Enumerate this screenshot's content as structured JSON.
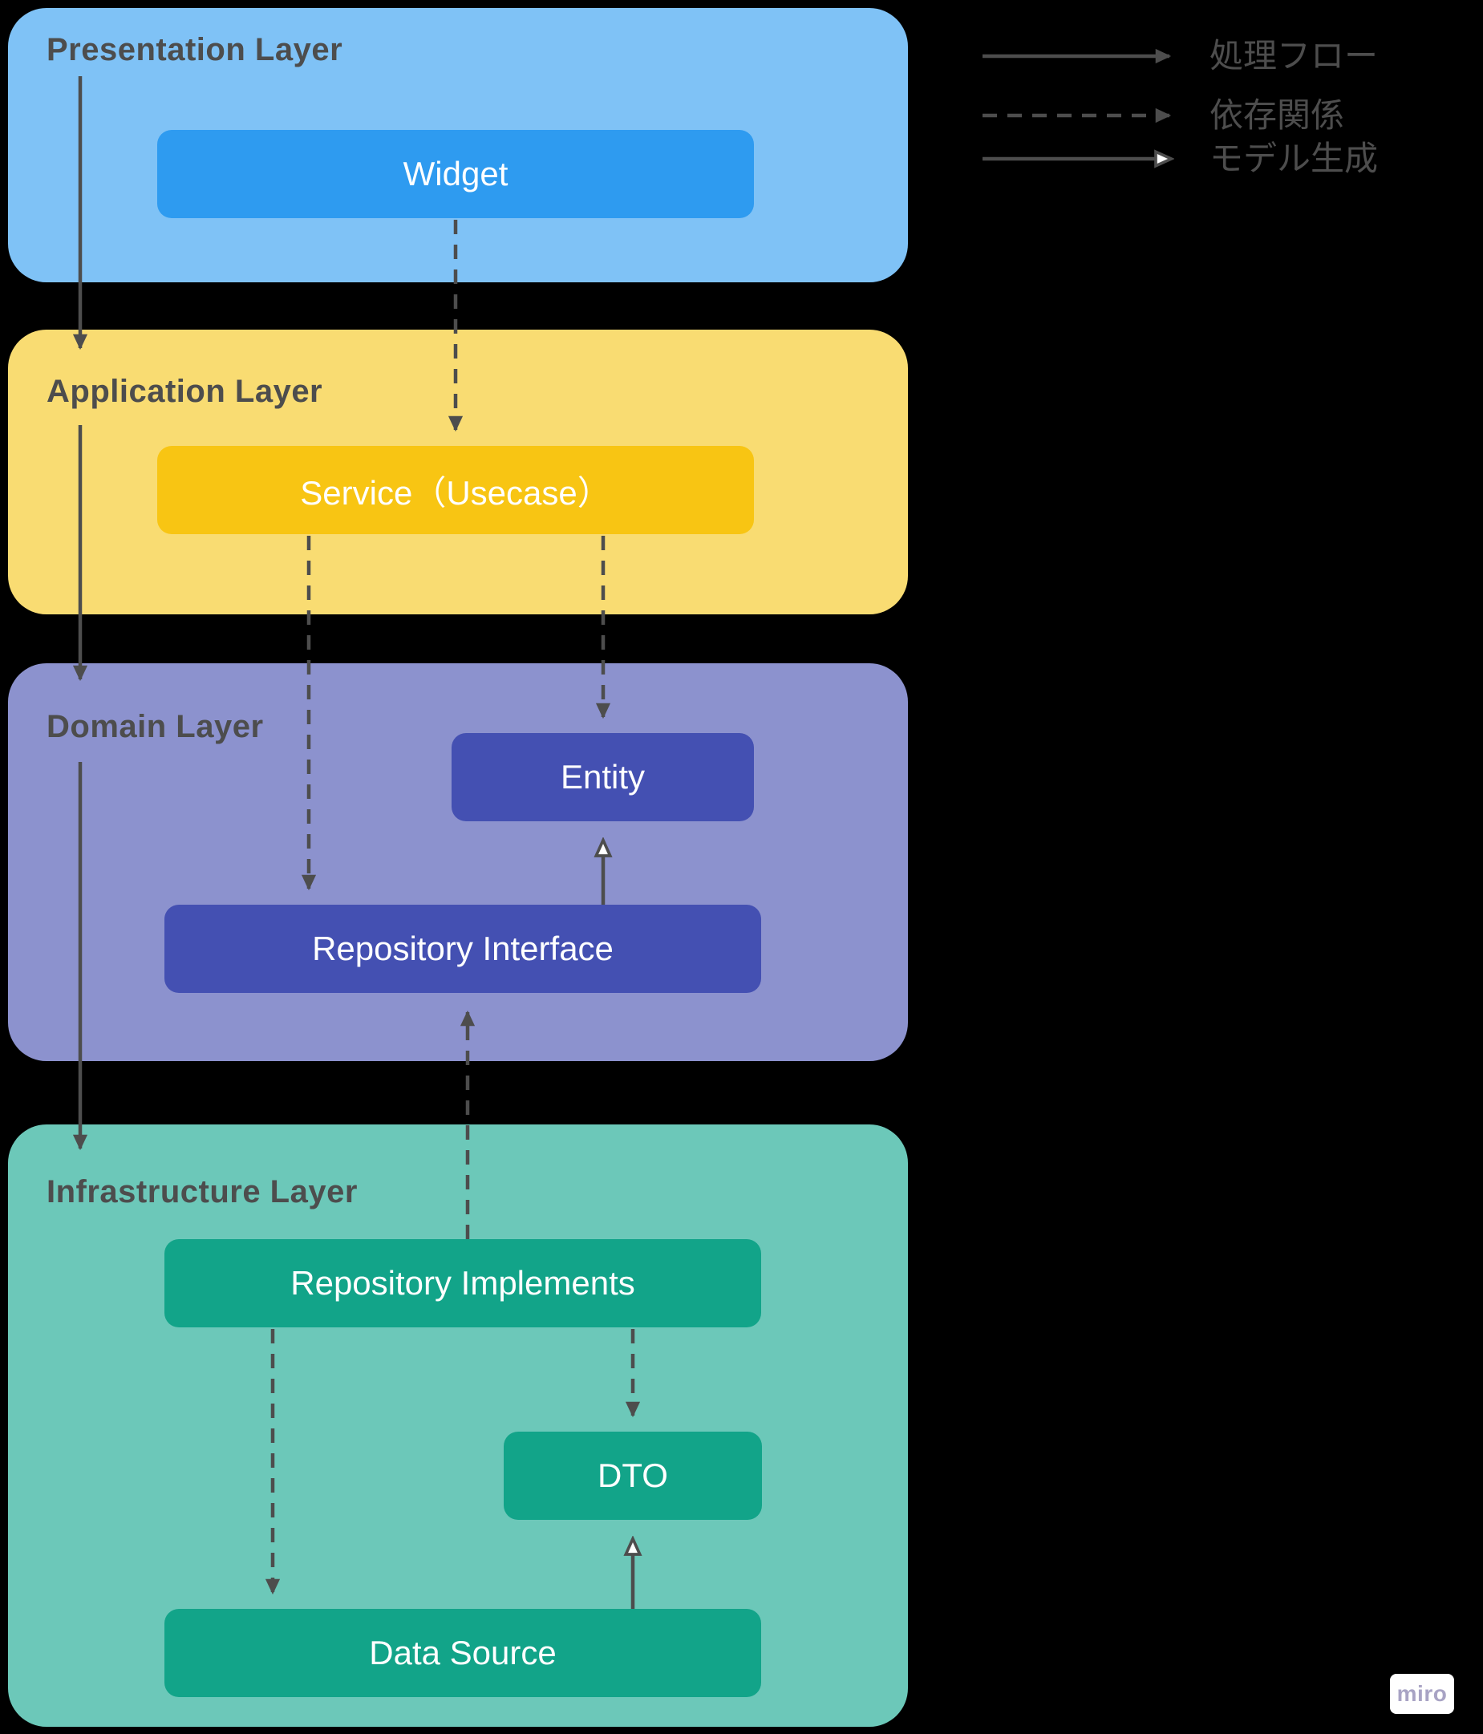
{
  "diagram": {
    "layers": [
      {
        "title": "Presentation Layer",
        "boxes": [
          {
            "label": "Widget"
          }
        ]
      },
      {
        "title": "Application Layer",
        "boxes": [
          {
            "label": "Service（Usecase）"
          }
        ]
      },
      {
        "title": "Domain Layer",
        "boxes": [
          {
            "label": "Entity"
          },
          {
            "label": "Repository Interface"
          }
        ]
      },
      {
        "title": "Infrastructure Layer",
        "boxes": [
          {
            "label": "Repository Implements"
          },
          {
            "label": "DTO"
          },
          {
            "label": "Data Source"
          }
        ]
      }
    ],
    "edges": [
      {
        "type": "処理フロー",
        "from": "Presentation Layer",
        "to": "Application Layer"
      },
      {
        "type": "処理フロー",
        "from": "Application Layer",
        "to": "Domain Layer"
      },
      {
        "type": "処理フロー",
        "from": "Domain Layer",
        "to": "Infrastructure Layer"
      },
      {
        "type": "依存関係",
        "from": "Widget",
        "to": "Service（Usecase）"
      },
      {
        "type": "依存関係",
        "from": "Service（Usecase）",
        "to": "Repository Interface"
      },
      {
        "type": "依存関係",
        "from": "Service（Usecase）",
        "to": "Entity"
      },
      {
        "type": "依存関係",
        "from": "Repository Implements",
        "to": "Repository Interface"
      },
      {
        "type": "依存関係",
        "from": "Repository Implements",
        "to": "DTO"
      },
      {
        "type": "依存関係",
        "from": "Repository Implements",
        "to": "Data Source"
      },
      {
        "type": "モデル生成",
        "from": "Repository Interface",
        "to": "Entity"
      },
      {
        "type": "モデル生成",
        "from": "Data Source",
        "to": "DTO"
      }
    ]
  },
  "legend": {
    "items": [
      {
        "style": "solid-filled-arrow",
        "label": "処理フロー"
      },
      {
        "style": "dashed-filled-arrow",
        "label": "依存関係"
      },
      {
        "style": "solid-hollow-arrow",
        "label": "モデル生成"
      }
    ]
  },
  "watermark": {
    "label": "miro"
  },
  "colors": {
    "canvas_bg": "#000000",
    "presentation_layer_bg": "#7FC2F6",
    "widget_box": "#2E9BF0",
    "application_layer_bg": "#F9DC72",
    "service_box": "#F8C513",
    "domain_layer_bg": "#8C92CE",
    "domain_box": "#4450B2",
    "infrastructure_layer_bg": "#6CC8B9",
    "infrastructure_box": "#12A489",
    "arrow_and_title_gray": "#4D4D4D",
    "box_text": "#FFFFFF",
    "watermark_bg": "#FFFFFF",
    "watermark_text": "#A8A3C4"
  }
}
